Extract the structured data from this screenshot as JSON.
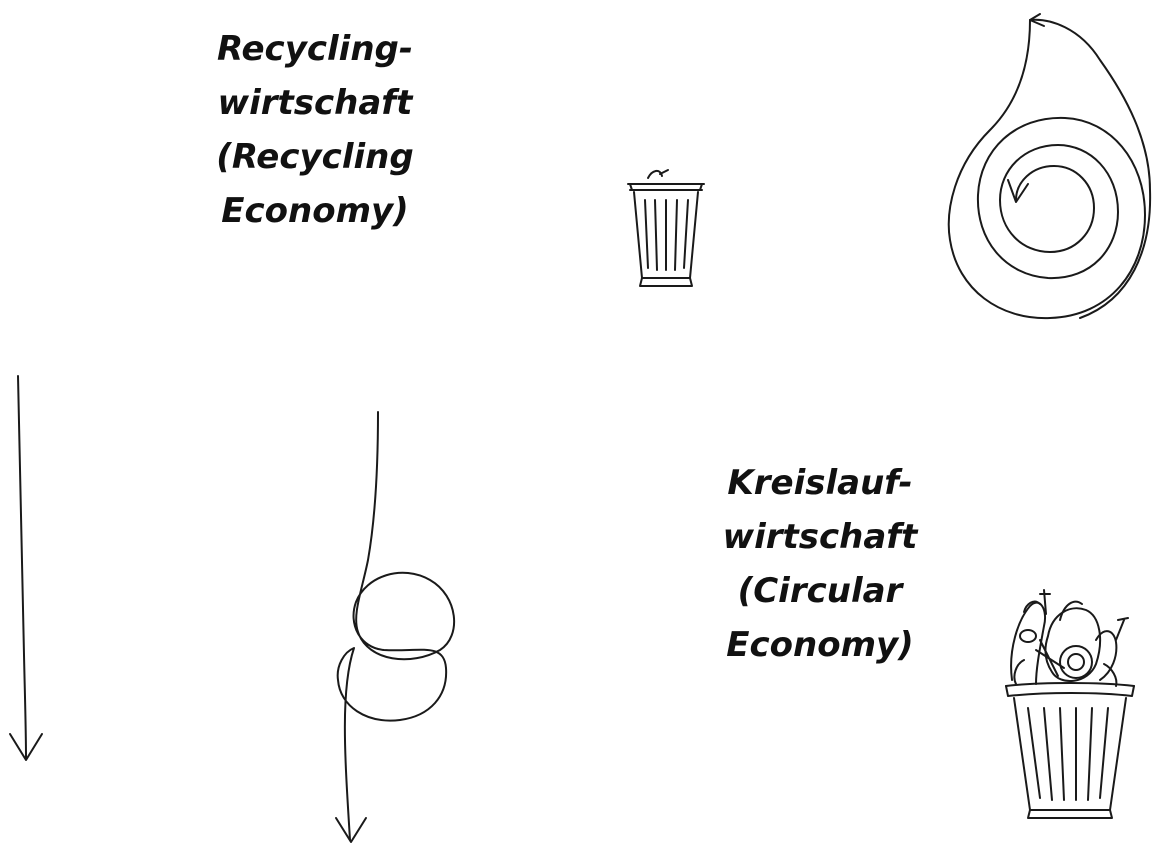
{
  "recycling_label": {
    "line1": "Recycling-",
    "line2": "wirtschaft",
    "line3": "(Recycling",
    "line4": "Economy)"
  },
  "circular_label": {
    "line1": "Kreislauf-",
    "line2": "wirtschaft",
    "line3": "(Circular",
    "line4": "Economy)"
  },
  "colors": {
    "ink": "#1a1a1a",
    "background": "#ffffff"
  },
  "icons": {
    "small_bin": "trash-bin-icon",
    "full_bin": "full-trash-bin-icon",
    "spiral": "spiral-arrow-icon",
    "straight_arrow": "straight-down-arrow-icon",
    "looped_arrow": "looped-down-arrow-icon"
  }
}
